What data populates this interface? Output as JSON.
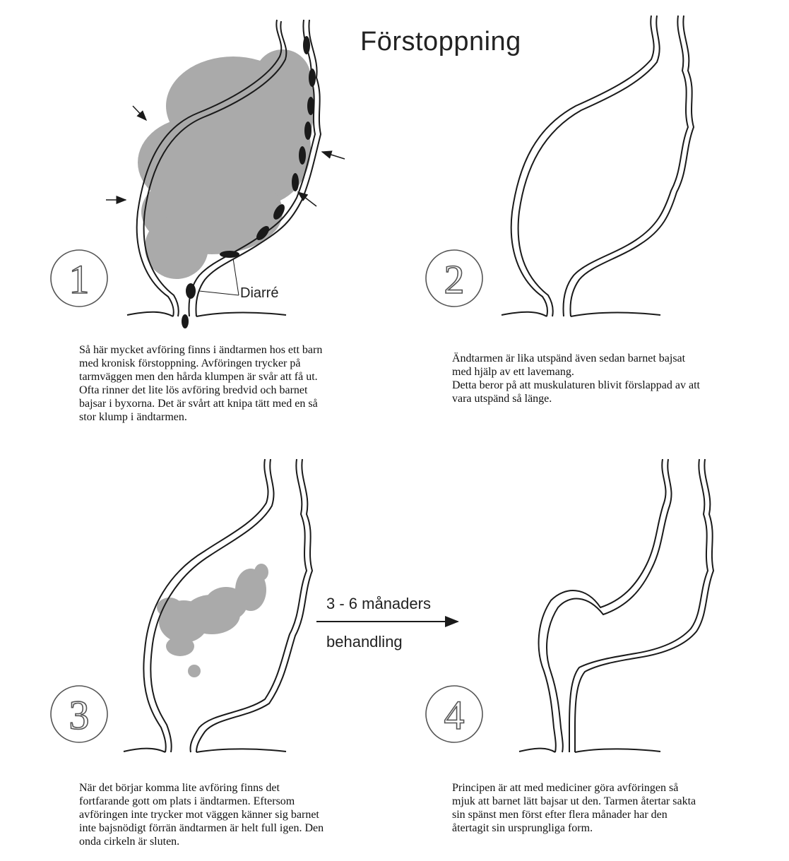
{
  "title": "Förstoppning",
  "labels": {
    "diarre": "Diarré",
    "duration": "3 - 6 månaders",
    "treatment": "behandling"
  },
  "steps": [
    {
      "number": "1",
      "caption": "Så här mycket avföring finns i ändtarmen hos ett barn\nmed kronisk förstoppning. Avföringen trycker på\ntarmväggen men den hårda klumpen är svår att få ut.\nOfta rinner det lite lös avföring bredvid och barnet\nbajsar i byxorna. Det är svårt att knipa tätt med en så\nstor klump i ändtarmen."
    },
    {
      "number": "2",
      "caption": "Ändtarmen är lika utspänd även sedan barnet bajsat\nmed hjälp av ett lavemang.\nDetta beror på att muskulaturen blivit förslappad av att\nvara utspänd så länge."
    },
    {
      "number": "3",
      "caption": "När det börjar komma lite avföring finns det\nfortfarande gott om plats i ändtarmen. Eftersom\navföringen inte trycker mot väggen känner sig barnet\ninte bajsnödigt förrän ändtarmen är helt full igen. Den\nonda cirkeln är sluten."
    },
    {
      "number": "4",
      "caption": "Principen är att med mediciner göra avföringen så\nmjuk att barnet lätt bajsar ut den. Tarmen återtar sakta\nsin spänst men först efter flera månader har den\nåtertagit sin ursprungliga form."
    }
  ],
  "colors": {
    "stool": "#aaaaaa",
    "line": "#1a1a1a",
    "background": "#ffffff"
  }
}
